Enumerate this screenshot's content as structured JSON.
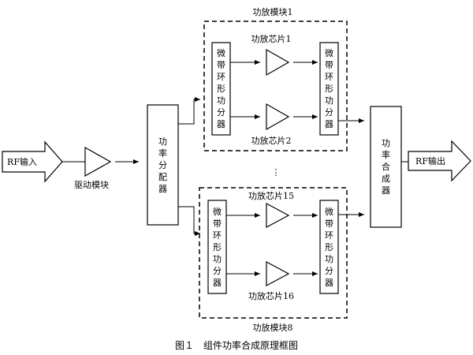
{
  "input": {
    "label": "RF输入"
  },
  "driver": {
    "label": "驱动模块"
  },
  "divider": {
    "label": "功率分配器"
  },
  "module1": {
    "title": "功放模块1",
    "chip_top": "功放芯片1",
    "chip_bottom": "功放芯片2",
    "splitter_label": "微带环形功分器",
    "combiner_label": "微带环形功分器"
  },
  "ellipsis": "⋮",
  "module8": {
    "title": "功放模块8",
    "chip_top": "功放芯片15",
    "chip_bottom": "功放芯片16",
    "splitter_label": "微带环形功分器",
    "combiner_label": "微带环形功分器"
  },
  "combiner": {
    "label": "功率合成器"
  },
  "output": {
    "label": "RF输出"
  },
  "caption": "图１　组件功率合成原理框图"
}
